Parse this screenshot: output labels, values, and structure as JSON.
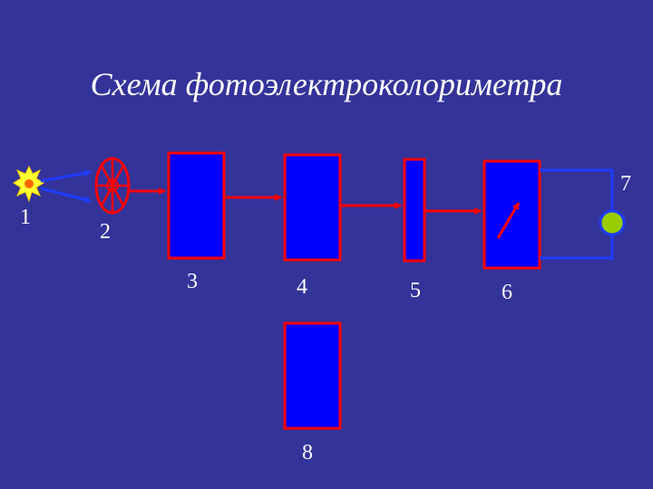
{
  "title": "Схема фотоэлектроколориметра",
  "labels": {
    "l1": "1",
    "l2": "2",
    "l3": "3",
    "l4": "4",
    "l5": "5",
    "l6": "6",
    "l7": "7",
    "l8": "8"
  },
  "colors": {
    "background": "#33339a",
    "block_fill": "#0000ff",
    "block_border": "#ff0000",
    "beam_light": "#1e3cff",
    "beam_red": "#ff0000",
    "lamp_yellow": "#ffff33",
    "indicator_green": "#99cc00"
  }
}
